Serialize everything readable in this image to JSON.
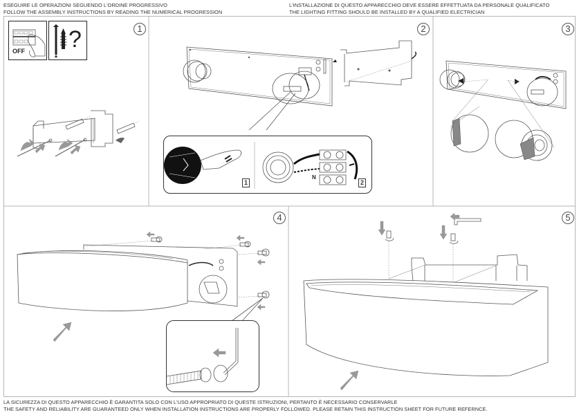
{
  "header": {
    "left_line1": "ESEGUIRE LE OPERAZIONI SEGUENDO L'ORDINE PROGRESSIVO",
    "left_line2": "FOLLOW THE ASSEMBLY INSTRUCTIONS BY READING THE NUMERICAL PROGRESSION",
    "right_line1": "L'INSTALLAZIONE DI QUESTO APPARECCHIO DEVE ESSERE EFFETTUATA DA PERSONALE QUALIFICATO",
    "right_line2": "THE LIGHTING FITTING SHOULD BE INSTALLED BY A QUALIFIED ELECTRICIAN"
  },
  "footer": {
    "line1": "LA SICUREZZA DI QUESTO APPARECCHIO È GARANTITA SOLO CON L'USO APPROPRIATO DI QUESTE ISTRUZIONI, PERTANTO È NECESSARIO CONSERVARLE",
    "line2": "THE SAFETY AND RELIABILITY ARE GUARANTEED ONLY WHEN INSTALLATION INSTRUCTIONS ARE PROPERLY FOLLOWED. PLEASE RETAIN THIS INSTRUCTION SHEET FOR FUTURE REFERNCE."
  },
  "steps": [
    {
      "number": "1",
      "description": "Switch power off; wall plugs and screws; fix bracket to wall",
      "icons": {
        "power_off_label": "OFF",
        "question_mark": "?"
      }
    },
    {
      "number": "2",
      "description": "Remove lamp holder cover; connect wiring to terminal block",
      "callout_labels": [
        "1",
        "2"
      ],
      "terminal_label": "N"
    },
    {
      "number": "3",
      "description": "Insert bulbs into lamp holders"
    },
    {
      "number": "4",
      "description": "Attach diffuser to base with screws using hex key"
    },
    {
      "number": "5",
      "description": "Fasten diffuser to bracket with top screws"
    }
  ]
}
